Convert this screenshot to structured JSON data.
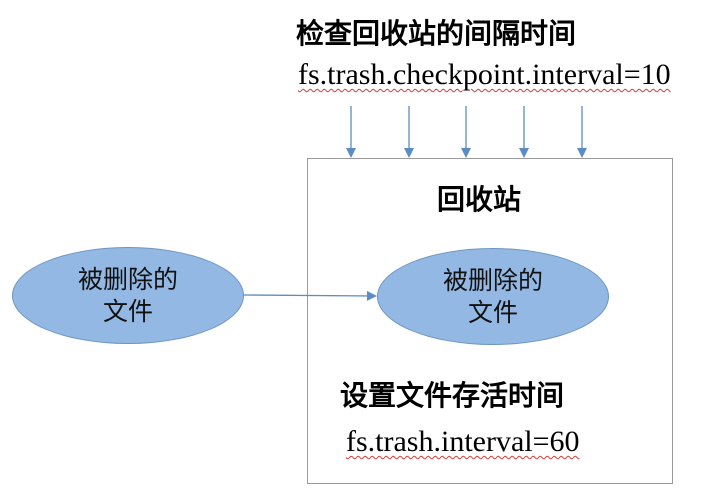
{
  "labels": {
    "check_interval_title": "检查回收站的间隔时间",
    "check_interval_config": "fs.trash.checkpoint.interval=10",
    "recycle_bin_title": "回收站",
    "retention_title": "设置文件存活时间",
    "retention_config": "fs.trash.interval=60"
  },
  "files": {
    "outside": {
      "line1": "被删除的",
      "line2": "文件"
    },
    "inside": {
      "line1": "被删除的",
      "line2": "文件"
    }
  },
  "colors": {
    "ellipse_fill": "#92b8e3",
    "ellipse_border": "#6f95c2",
    "arrow": "#5b8cc4",
    "box_border": "#9a9a9a",
    "spell_underline": "#d93a3a"
  }
}
